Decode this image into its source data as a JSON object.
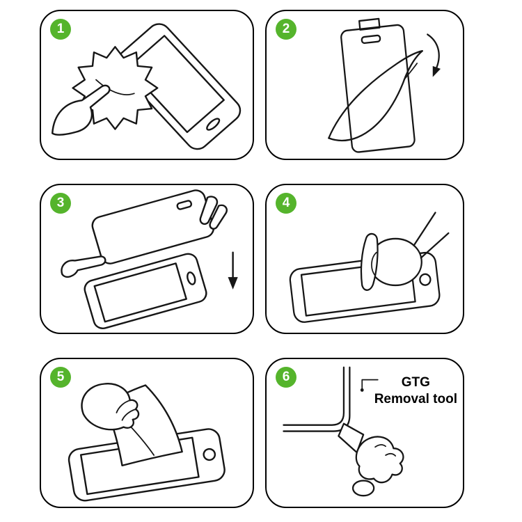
{
  "ui": {
    "background": "#ffffff",
    "line_color": "#161616",
    "badge_color": "#55b42c",
    "badge_text_color": "#ffffff"
  },
  "steps": [
    {
      "number": "1",
      "illustration": "wipe-screen-with-cloth"
    },
    {
      "number": "2",
      "illustration": "peel-backing-film"
    },
    {
      "number": "3",
      "illustration": "align-glass-over-screen"
    },
    {
      "number": "4",
      "illustration": "press-center-of-screen"
    },
    {
      "number": "5",
      "illustration": "smooth-film-over-screen"
    },
    {
      "number": "6",
      "illustration": "use-removal-tool",
      "annotation_line1": "GTG",
      "annotation_line2": "Removal tool"
    }
  ]
}
